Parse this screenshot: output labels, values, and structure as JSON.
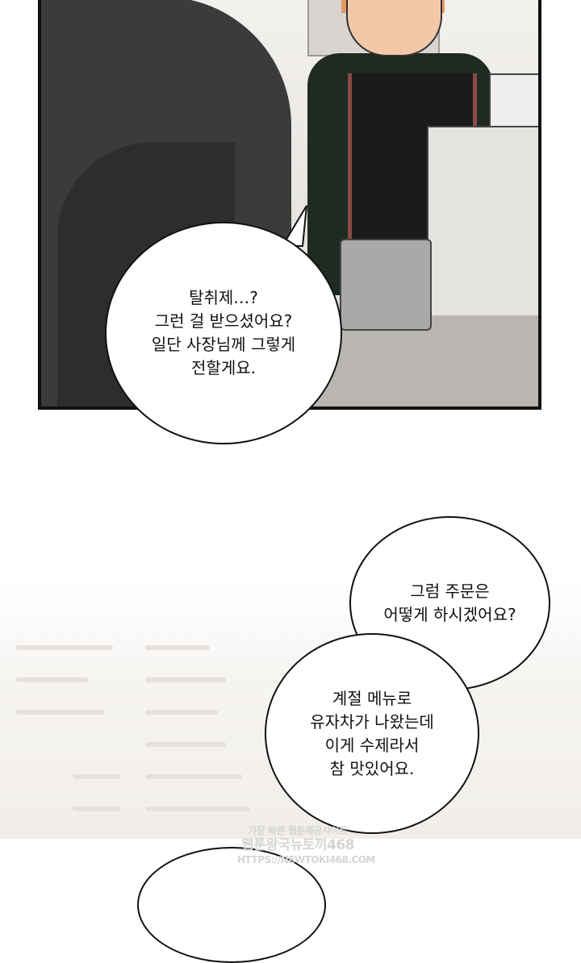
{
  "dialogue": {
    "bubble1": [
      "탈취제…?",
      "그런 걸 받으셨어요?",
      "일단 사장님께 그렇게",
      "전할게요."
    ],
    "bubble2": [
      "그럼 주문은",
      "어떻게 하시겠어요?"
    ],
    "bubble3": [
      "계절 메뉴로",
      "유자차가 나왔는데",
      "이게 수제라서",
      "참 맛있어요."
    ]
  },
  "watermark": {
    "line1": "가장 빠른 웹툰제공사이트",
    "line2": "웹툰왕국뉴토끼468",
    "line3": "HTTPS://NEWTOKI468.COM"
  },
  "colors": {
    "border": "#111111",
    "bubble": "#ffffff",
    "apron_strap": "#8a4b44"
  }
}
